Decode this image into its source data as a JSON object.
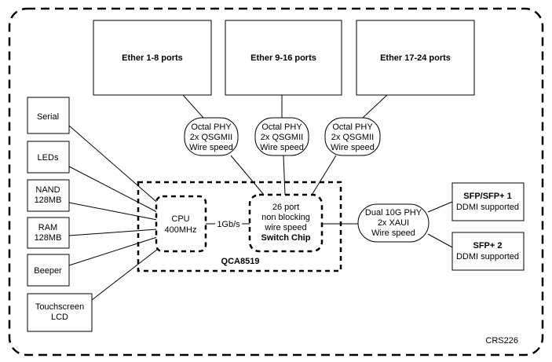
{
  "model": "CRS226",
  "ports": [
    {
      "label": "Ether 1-8 ports"
    },
    {
      "label": "Ether 9-16 ports"
    },
    {
      "label": "Ether 17-24 ports"
    }
  ],
  "phys": [
    {
      "line1": "Octal PHY",
      "line2": "2x QSGMII",
      "line3": "Wire speed"
    },
    {
      "line1": "Octal PHY",
      "line2": "2x QSGMII",
      "line3": "Wire speed"
    },
    {
      "line1": "Octal PHY",
      "line2": "2x QSGMII",
      "line3": "Wire speed"
    }
  ],
  "peripherals": [
    {
      "line1": "Serial",
      "line2": ""
    },
    {
      "line1": "LEDs",
      "line2": ""
    },
    {
      "line1": "NAND",
      "line2": "128MB"
    },
    {
      "line1": "RAM",
      "line2": "128MB"
    },
    {
      "line1": "Beeper",
      "line2": ""
    },
    {
      "line1": "Touchscreen",
      "line2": "LCD"
    }
  ],
  "cpu": {
    "line1": "CPU",
    "line2": "400MHz"
  },
  "link_label": "1Gb/s",
  "switch_chip": {
    "line1": "26 port",
    "line2": "non blocking",
    "line3": "wire speed",
    "line4": "Switch Chip"
  },
  "soc_label": "QCA8519",
  "xaui_phy": {
    "line1": "Dual 10G PHY",
    "line2": "2x XAUI",
    "line3": "Wire speed"
  },
  "sfp": [
    {
      "title": "SFP/SFP+ 1",
      "subtitle": "DDMI supported"
    },
    {
      "title": "SFP+ 2",
      "subtitle": "DDMI supported"
    }
  ]
}
